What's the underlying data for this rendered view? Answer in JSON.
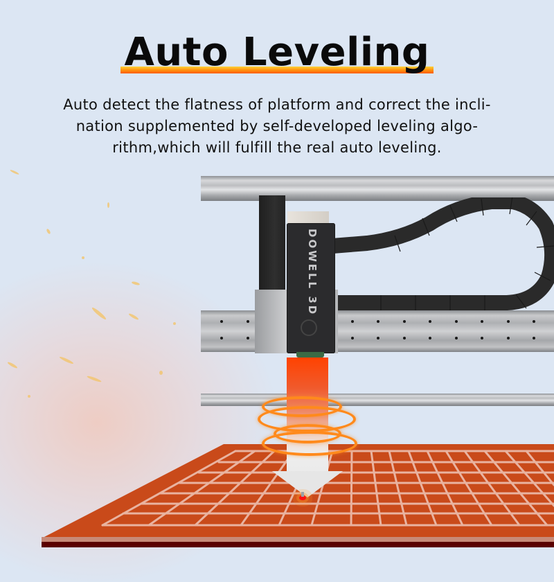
{
  "header": {
    "title": "Auto Leveling",
    "underline_gradient": [
      "#ffd23a",
      "#ff9a12",
      "#ff5a00"
    ]
  },
  "description": {
    "lines": [
      "Auto detect the flatness of platform and correct the incli-",
      "nation supplemented by self-developed leveling algo-",
      "rithm,which will fulfill the real auto leveling."
    ]
  },
  "illustration": {
    "brand_text": "DOWELL 3D",
    "icons": [
      "gantry-rail",
      "cable-drag-chain",
      "print-head",
      "leveling-beam",
      "probe-rings",
      "heated-bed-grid",
      "probe-point"
    ],
    "colors": {
      "background": "#dce6f3",
      "bed": "#c94a1a",
      "bed_edge": "#5a0000",
      "grid": "#e9b3a0",
      "beam_top": "#ff4200",
      "ring": "#ff8a1c",
      "head": "#2b2b2d",
      "probe_point": "#ff1010"
    }
  }
}
